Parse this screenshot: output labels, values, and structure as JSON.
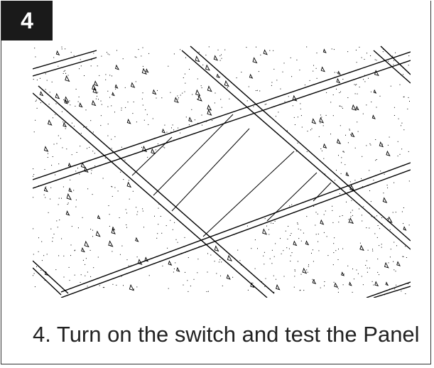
{
  "step": {
    "number": "4"
  },
  "caption": {
    "text": "4. Turn on the switch and test the Panel"
  },
  "figure": {
    "kind": "concrete-slab-with-embedded-panel",
    "line_color": "#000000",
    "background": "#ffffff"
  }
}
